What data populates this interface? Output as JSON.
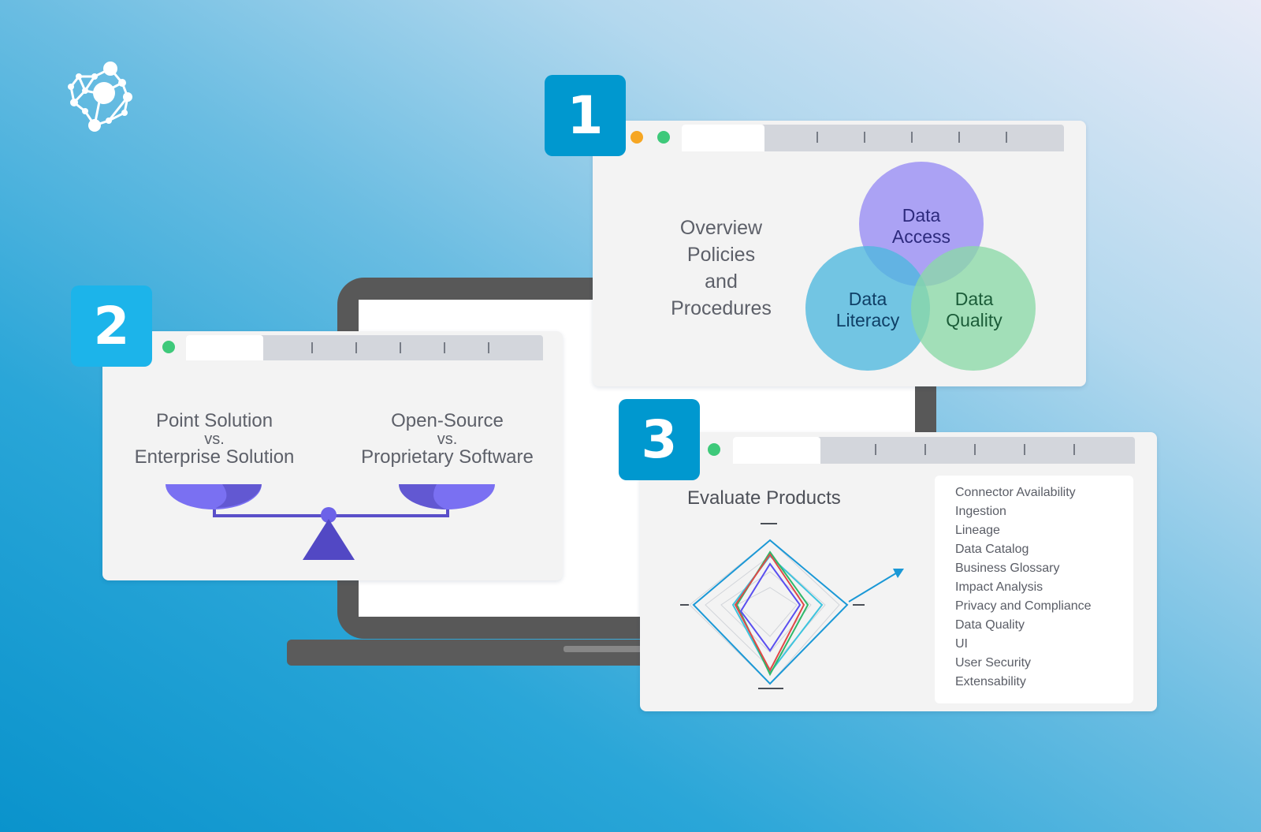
{
  "logo": {
    "icon": "network-brain-logo"
  },
  "step1": {
    "number": "1",
    "overview_lines": [
      "Overview",
      "Policies",
      "and",
      "Procedures"
    ],
    "venn": {
      "access": [
        "Data",
        "Access"
      ],
      "literacy": [
        "Data",
        "Literacy"
      ],
      "quality": [
        "Data",
        "Quality"
      ]
    },
    "colors": {
      "access": "#9d93f3",
      "literacy": "#4db7de",
      "quality": "#8ad8a6",
      "badge": "#0098cf"
    }
  },
  "step2": {
    "number": "2",
    "left": {
      "line1": "Point Solution",
      "vs": "vs.",
      "line2": "Enterprise Solution"
    },
    "right": {
      "line1": "Open-Source",
      "vs": "vs.",
      "line2": "Proprietary Software"
    },
    "colors": {
      "badge": "#1cb4ea",
      "scale": "#5a4fc9",
      "pan": "#7a70f2"
    }
  },
  "step3": {
    "number": "3",
    "title": "Evaluate Products",
    "criteria": [
      "Connector Availability",
      "Ingestion",
      "Lineage",
      "Data Catalog",
      "Business Glossary",
      "Impact Analysis",
      "Privacy and Compliance",
      "Data Quality",
      "UI",
      "User Security",
      "Extensability"
    ],
    "colors": {
      "badge": "#0098cf"
    }
  },
  "window_dots": {
    "orange": "#f6a623",
    "green": "#3ec97a"
  }
}
